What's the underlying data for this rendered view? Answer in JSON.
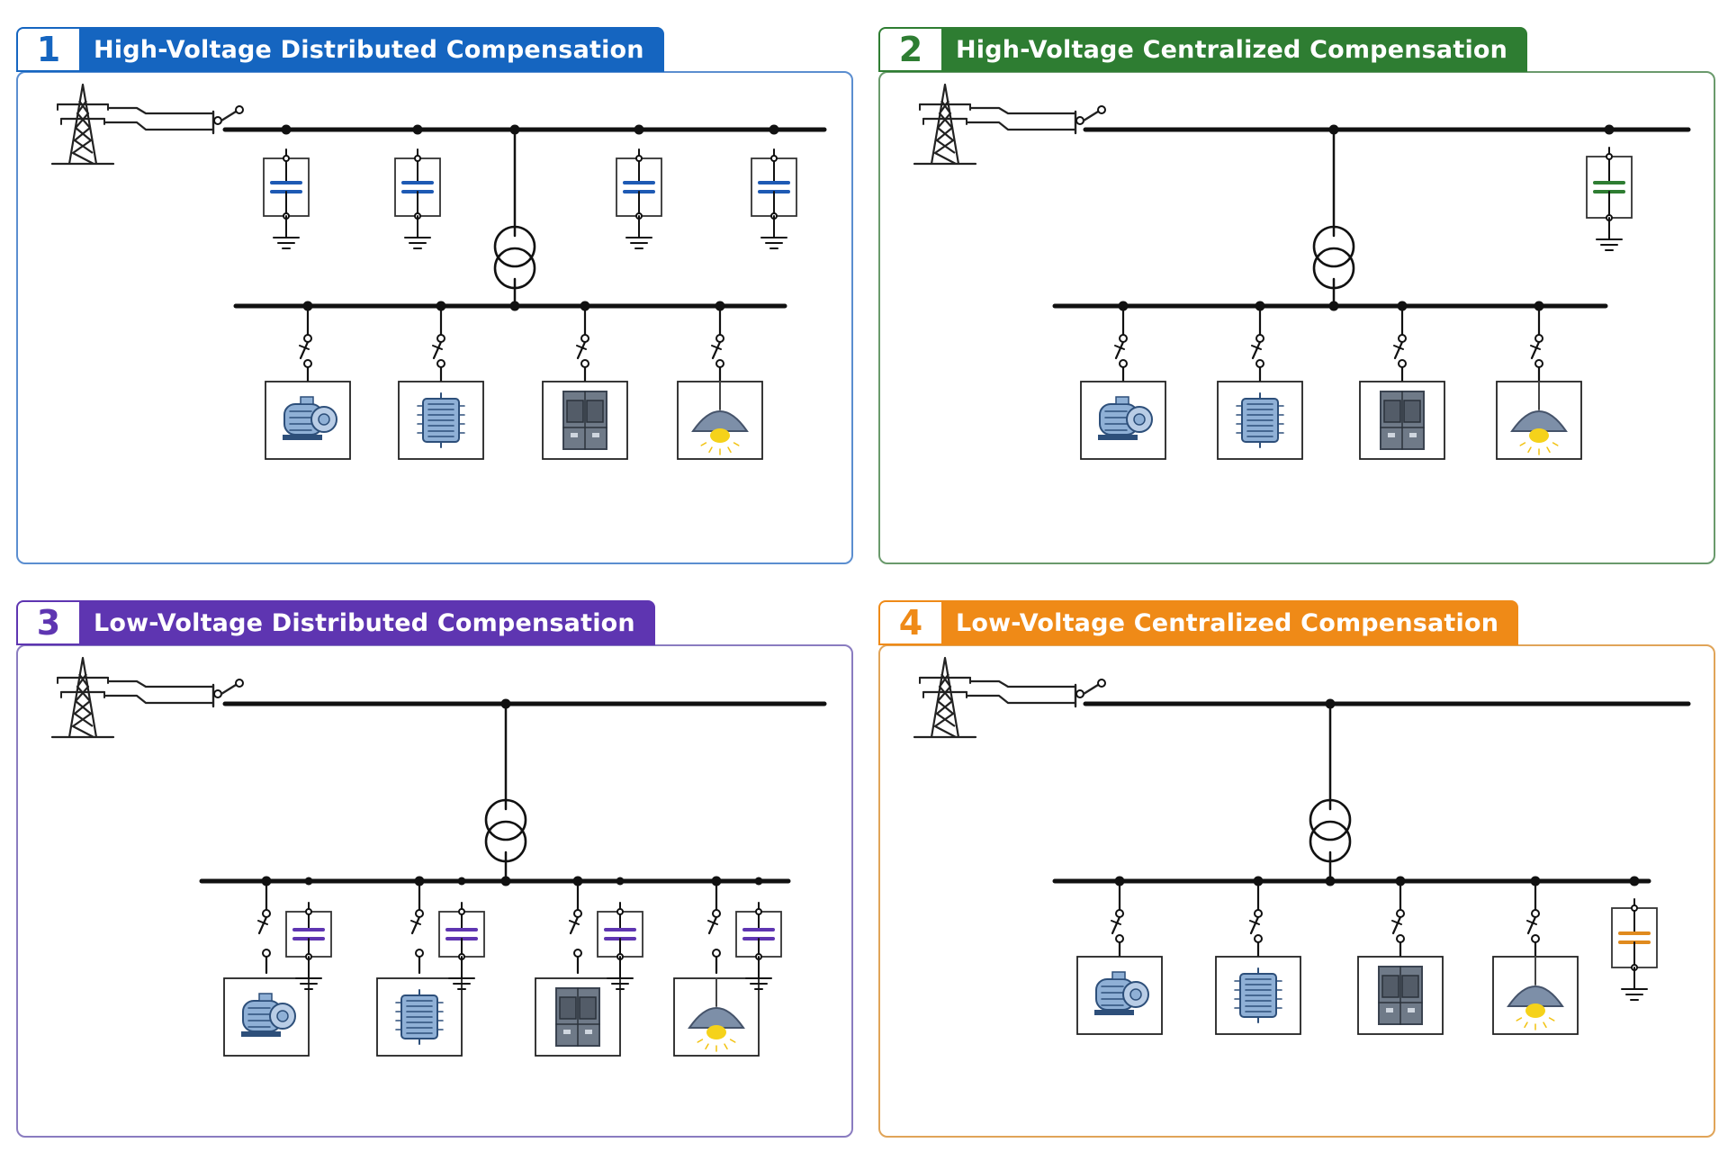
{
  "panels": [
    {
      "number": "1",
      "title": "High-Voltage Distributed Compensation",
      "color": "#1565c0",
      "capacitor_color": "#1e5ab4",
      "level": "high",
      "mode": "distributed"
    },
    {
      "number": "2",
      "title": "High-Voltage Centralized Compensation",
      "color": "#2e7d32",
      "capacitor_color": "#2e7d32",
      "level": "high",
      "mode": "centralized"
    },
    {
      "number": "3",
      "title": "Low-Voltage Distributed Compensation",
      "color": "#5e35b1",
      "capacitor_color": "#5e35b1",
      "level": "low",
      "mode": "distributed"
    },
    {
      "number": "4",
      "title": "Low-Voltage Centralized Compensation",
      "color": "#ef8a17",
      "capacitor_color": "#e08a1e",
      "level": "low",
      "mode": "centralized"
    }
  ],
  "loads": [
    "motor-icon",
    "transformer-coil-icon",
    "switchgear-cabinet-icon",
    "lamp-icon"
  ],
  "colors": {
    "line": "#111111",
    "device_fill": "#8fb0d6",
    "device_stroke": "#2d4f7a",
    "lamp_light": "#f5d21a"
  }
}
